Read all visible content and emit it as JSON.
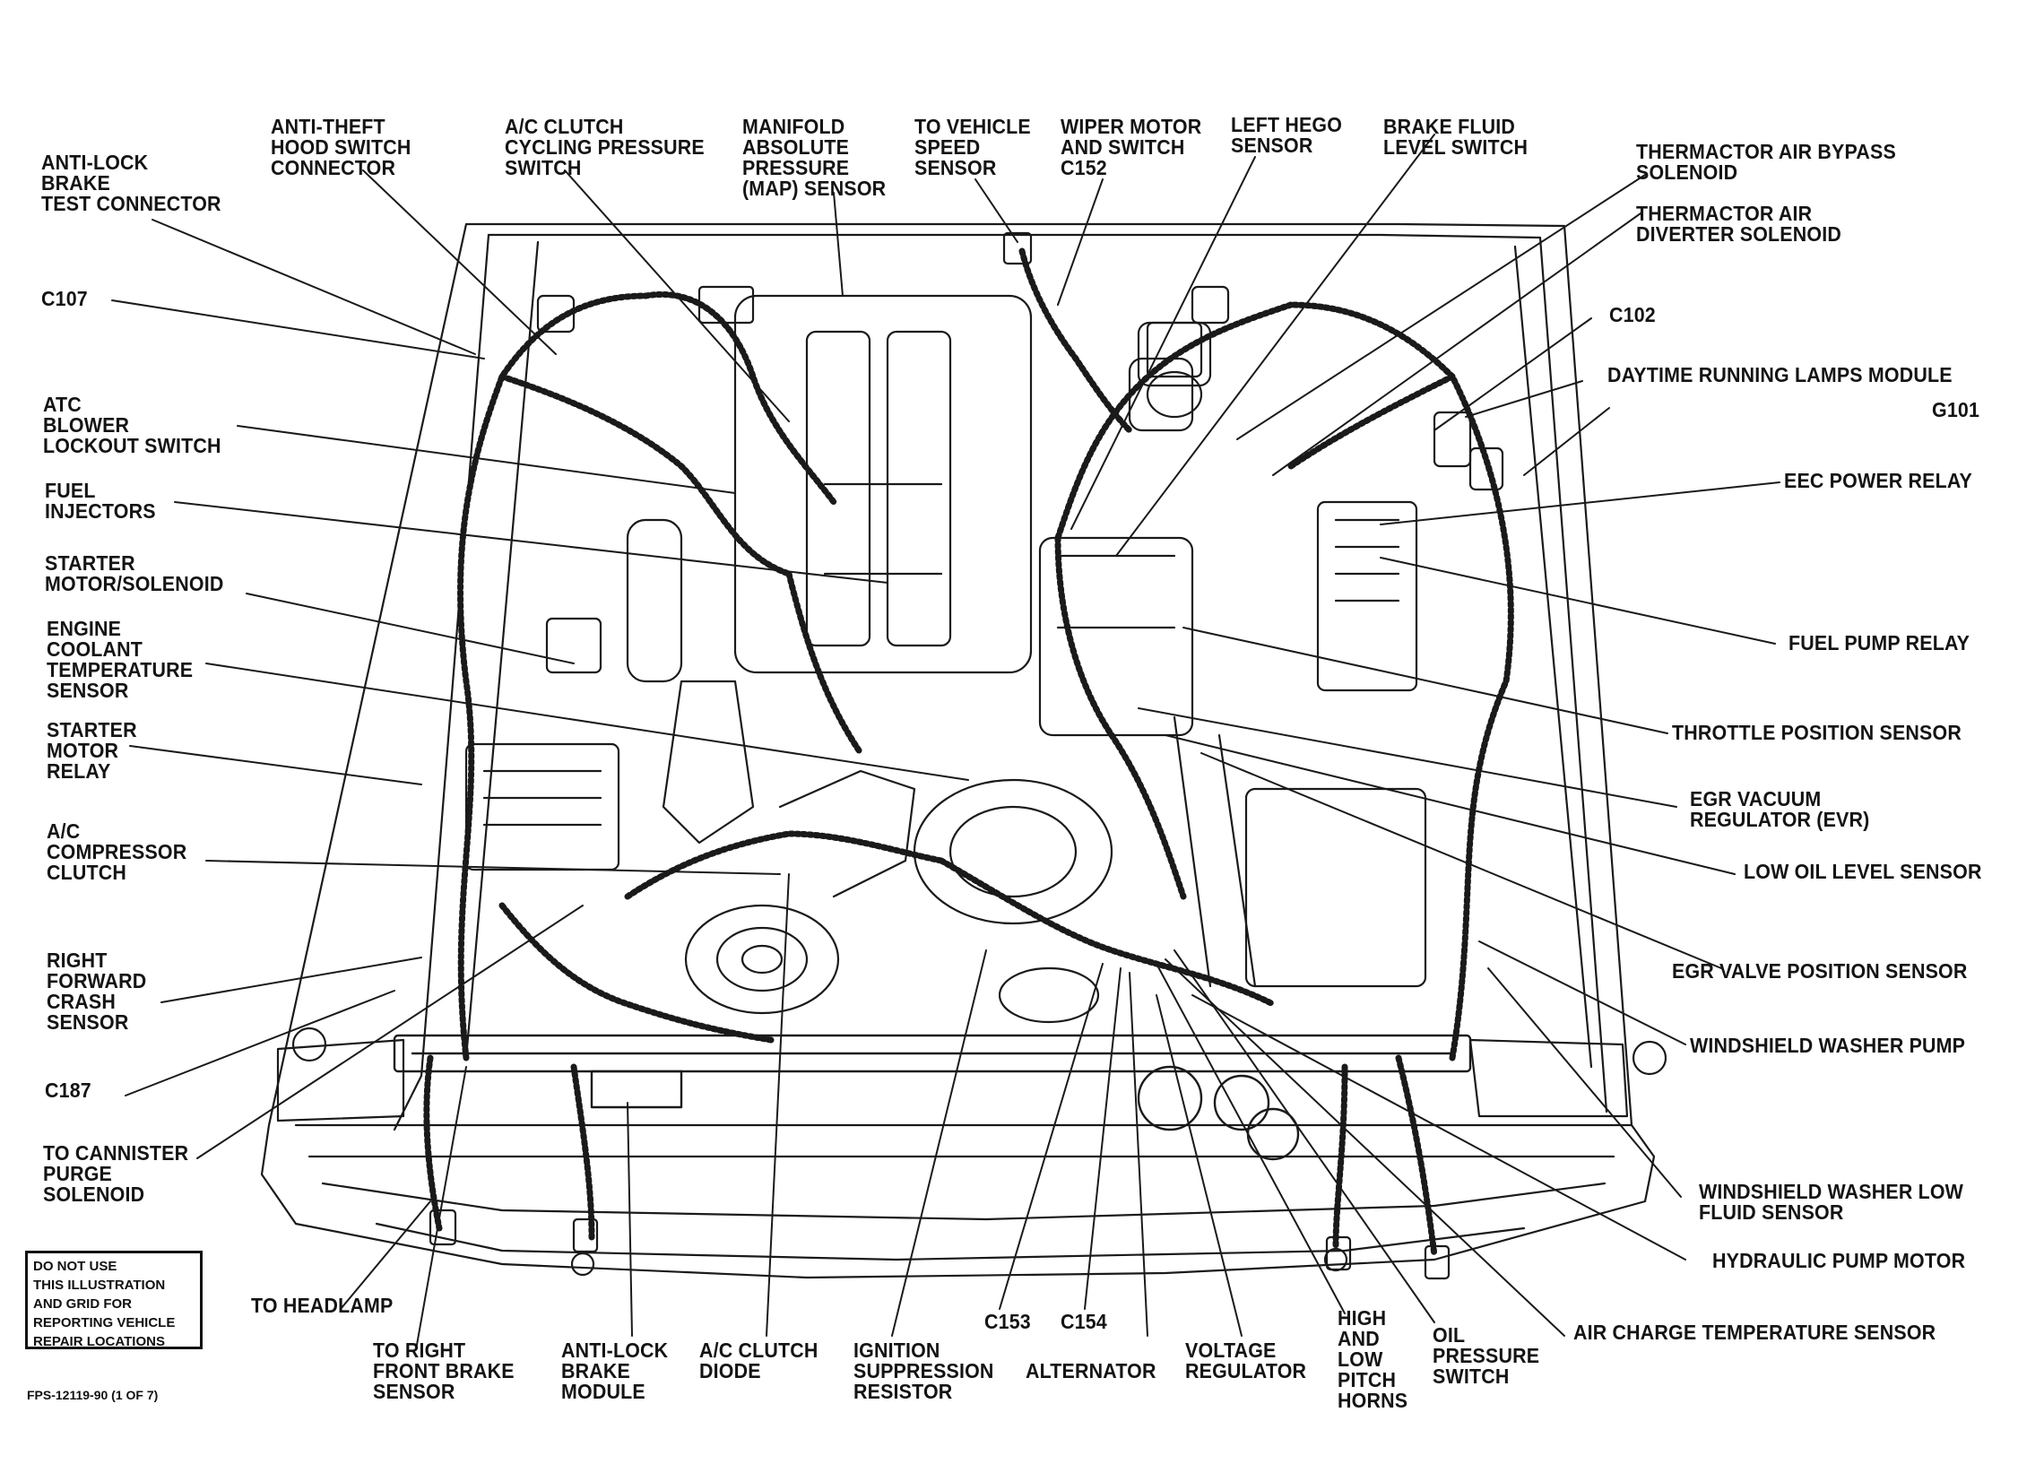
{
  "figure_id": "FPS-12119-90 (1 OF 7)",
  "notice": "DO NOT USE\nTHIS ILLUSTRATION\nAND GRID FOR\nREPORTING VEHICLE\nREPAIR LOCATIONS",
  "labels": {
    "anti_lock_brake_test_connector": "ANTI-LOCK\nBRAKE\nTEST CONNECTOR",
    "anti_theft_hood_switch_connector": "ANTI-THEFT\nHOOD SWITCH\nCONNECTOR",
    "ac_clutch_cycling_pressure_switch": "A/C CLUTCH\nCYCLING PRESSURE\nSWITCH",
    "manifold_absolute_pressure_sensor": "MANIFOLD\nABSOLUTE\nPRESSURE\n(MAP) SENSOR",
    "to_vehicle_speed_sensor": "TO VEHICLE\nSPEED\nSENSOR",
    "wiper_motor_and_switch_c152": "WIPER MOTOR\nAND SWITCH\nC152",
    "left_hego_sensor": "LEFT HEGO\nSENSOR",
    "brake_fluid_level_switch": "BRAKE FLUID\nLEVEL SWITCH",
    "thermactor_air_bypass_solenoid": "THERMACTOR AIR BYPASS\nSOLENOID",
    "thermactor_air_diverter_solenoid": "THERMACTOR AIR\nDIVERTER SOLENOID",
    "c107": "C107",
    "c102": "C102",
    "daytime_running_lamps_module": "DAYTIME RUNNING LAMPS MODULE",
    "g101": "G101",
    "atc_blower_lockout_switch": "ATC\nBLOWER\nLOCKOUT SWITCH",
    "eec_power_relay": "EEC POWER RELAY",
    "fuel_injectors": "FUEL\nINJECTORS",
    "starter_motor_solenoid": "STARTER\nMOTOR/SOLENOID",
    "fuel_pump_relay": "FUEL PUMP RELAY",
    "engine_coolant_temperature_sensor": "ENGINE\nCOOLANT\nTEMPERATURE\nSENSOR",
    "throttle_position_sensor": "THROTTLE POSITION SENSOR",
    "starter_motor_relay": "STARTER\nMOTOR\nRELAY",
    "egr_vacuum_regulator": "EGR VACUUM\nREGULATOR (EVR)",
    "ac_compressor_clutch": "A/C\nCOMPRESSOR\nCLUTCH",
    "low_oil_level_sensor": "LOW OIL LEVEL SENSOR",
    "right_forward_crash_sensor": "RIGHT\nFORWARD\nCRASH\nSENSOR",
    "egr_valve_position_sensor": "EGR VALVE POSITION SENSOR",
    "windshield_washer_pump": "WINDSHIELD WASHER PUMP",
    "c187": "C187",
    "to_cannister_purge_solenoid": "TO CANNISTER\nPURGE\nSOLENOID",
    "windshield_washer_low_fluid_sensor": "WINDSHIELD WASHER LOW\nFLUID SENSOR",
    "hydraulic_pump_motor": "HYDRAULIC PUMP MOTOR",
    "to_headlamp": "TO HEADLAMP",
    "air_charge_temperature_sensor": "AIR CHARGE TEMPERATURE SENSOR",
    "c153": "C153",
    "c154": "C154",
    "to_right_front_brake_sensor": "TO RIGHT\nFRONT BRAKE\nSENSOR",
    "anti_lock_brake_module": "ANTI-LOCK\nBRAKE\nMODULE",
    "ac_clutch_diode": "A/C CLUTCH\nDIODE",
    "ignition_suppression_resistor": "IGNITION\nSUPPRESSION\nRESISTOR",
    "alternator": "ALTERNATOR",
    "voltage_regulator": "VOLTAGE\nREGULATOR",
    "high_and_low_pitch_horns": "HIGH\nAND\nLOW\nPITCH\nHORNS",
    "oil_pressure_switch": "OIL\nPRESSURE\nSWITCH"
  },
  "colors": {
    "ink": "#141414",
    "paper": "#ffffff"
  }
}
